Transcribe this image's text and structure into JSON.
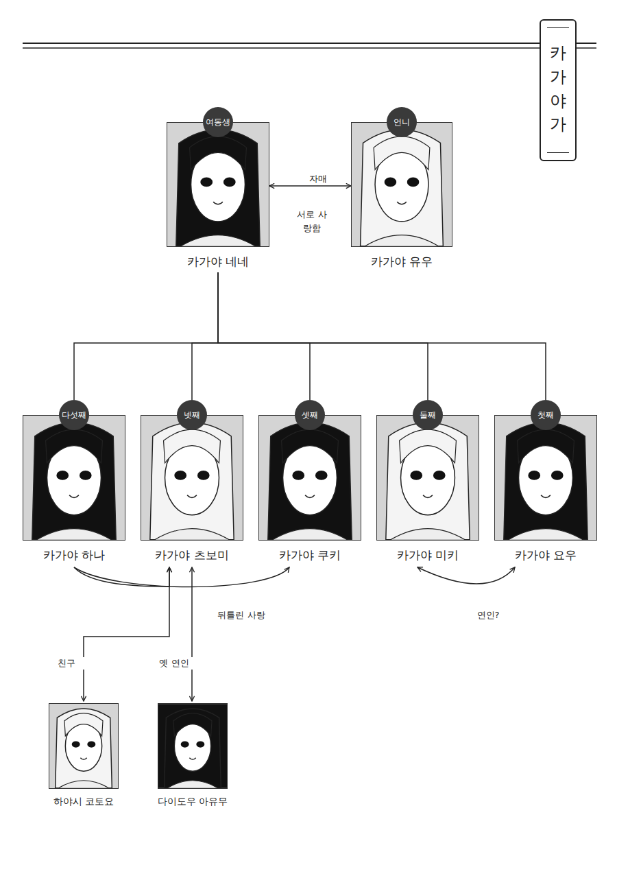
{
  "diagram": {
    "title": "카가야 가",
    "nodes": [
      {
        "text": [
          "여동생",
          "카가야 네네"
        ]
      },
      {
        "text": [
          "언니",
          "카가야 유우"
        ]
      },
      {
        "text": [
          "다섯째",
          "카가야 하나"
        ]
      },
      {
        "text": [
          "넷째",
          "카가야 츠보미"
        ]
      },
      {
        "text": [
          "셋째",
          "카가야 쿠키"
        ]
      },
      {
        "text": [
          "둘째",
          "카가야 미키"
        ]
      },
      {
        "text": [
          "첫째",
          "카가야 요우"
        ]
      },
      {
        "text": [
          "하야시 코토요"
        ]
      },
      {
        "text": [
          "다이도우 아유무"
        ]
      }
    ],
    "edges": [
      {
        "from": 0,
        "to": 1,
        "label": "자매",
        "arrow": "both"
      },
      {
        "from": 0,
        "to": 2,
        "arrow": "none"
      },
      {
        "from": 0,
        "to": 3,
        "arrow": "none"
      },
      {
        "from": 0,
        "to": 4,
        "arrow": "none"
      },
      {
        "from": 0,
        "to": 5,
        "arrow": "none"
      },
      {
        "from": 0,
        "to": 6,
        "arrow": "none"
      },
      {
        "from": 2,
        "to": 3,
        "arrow": "to"
      },
      {
        "from": 2,
        "to": 4,
        "label": "뒤틀린 사랑",
        "arrow": "to"
      },
      {
        "from": 5,
        "to": 6,
        "label": "연인?",
        "arrow": "both"
      },
      {
        "from": 3,
        "to": 7,
        "label": "친구",
        "arrow": "both"
      },
      {
        "from": 3,
        "to": 8,
        "label": "옛 연인",
        "arrow": "both"
      }
    ],
    "labels": [
      "서로 사랑함"
    ]
  }
}
